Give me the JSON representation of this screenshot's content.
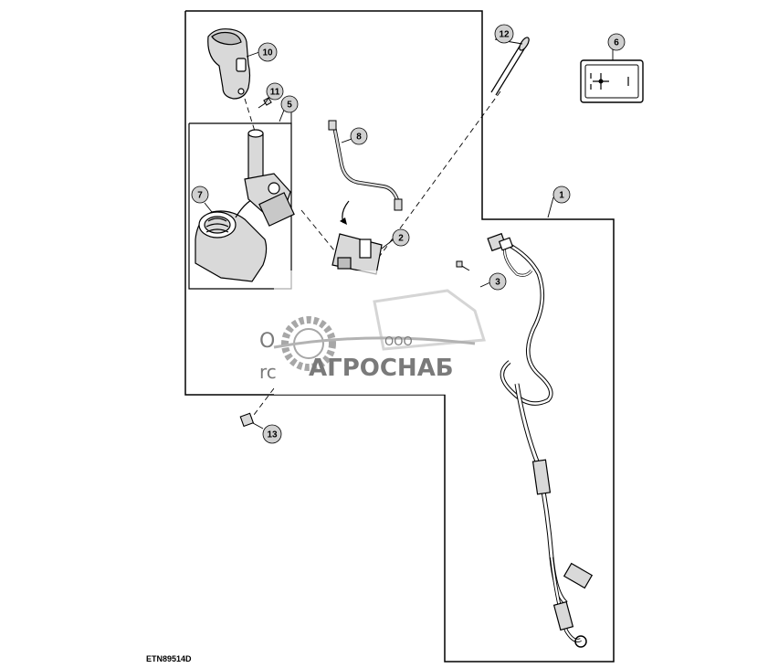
{
  "diagram": {
    "code": "ETN89514D",
    "callouts": [
      "1",
      "2",
      "3",
      "5",
      "6",
      "7",
      "8",
      "10",
      "11",
      "12",
      "13"
    ],
    "colors": {
      "line": "#000000",
      "callout_fill": "#d0d0d0",
      "part_fill": "#d9d9d9",
      "watermark": "#7a7a7a"
    }
  },
  "watermark": {
    "prefix": "ООО",
    "brand": "АГРОСНАБ",
    "partial_left_1": "O",
    "partial_left_2": "rc"
  }
}
